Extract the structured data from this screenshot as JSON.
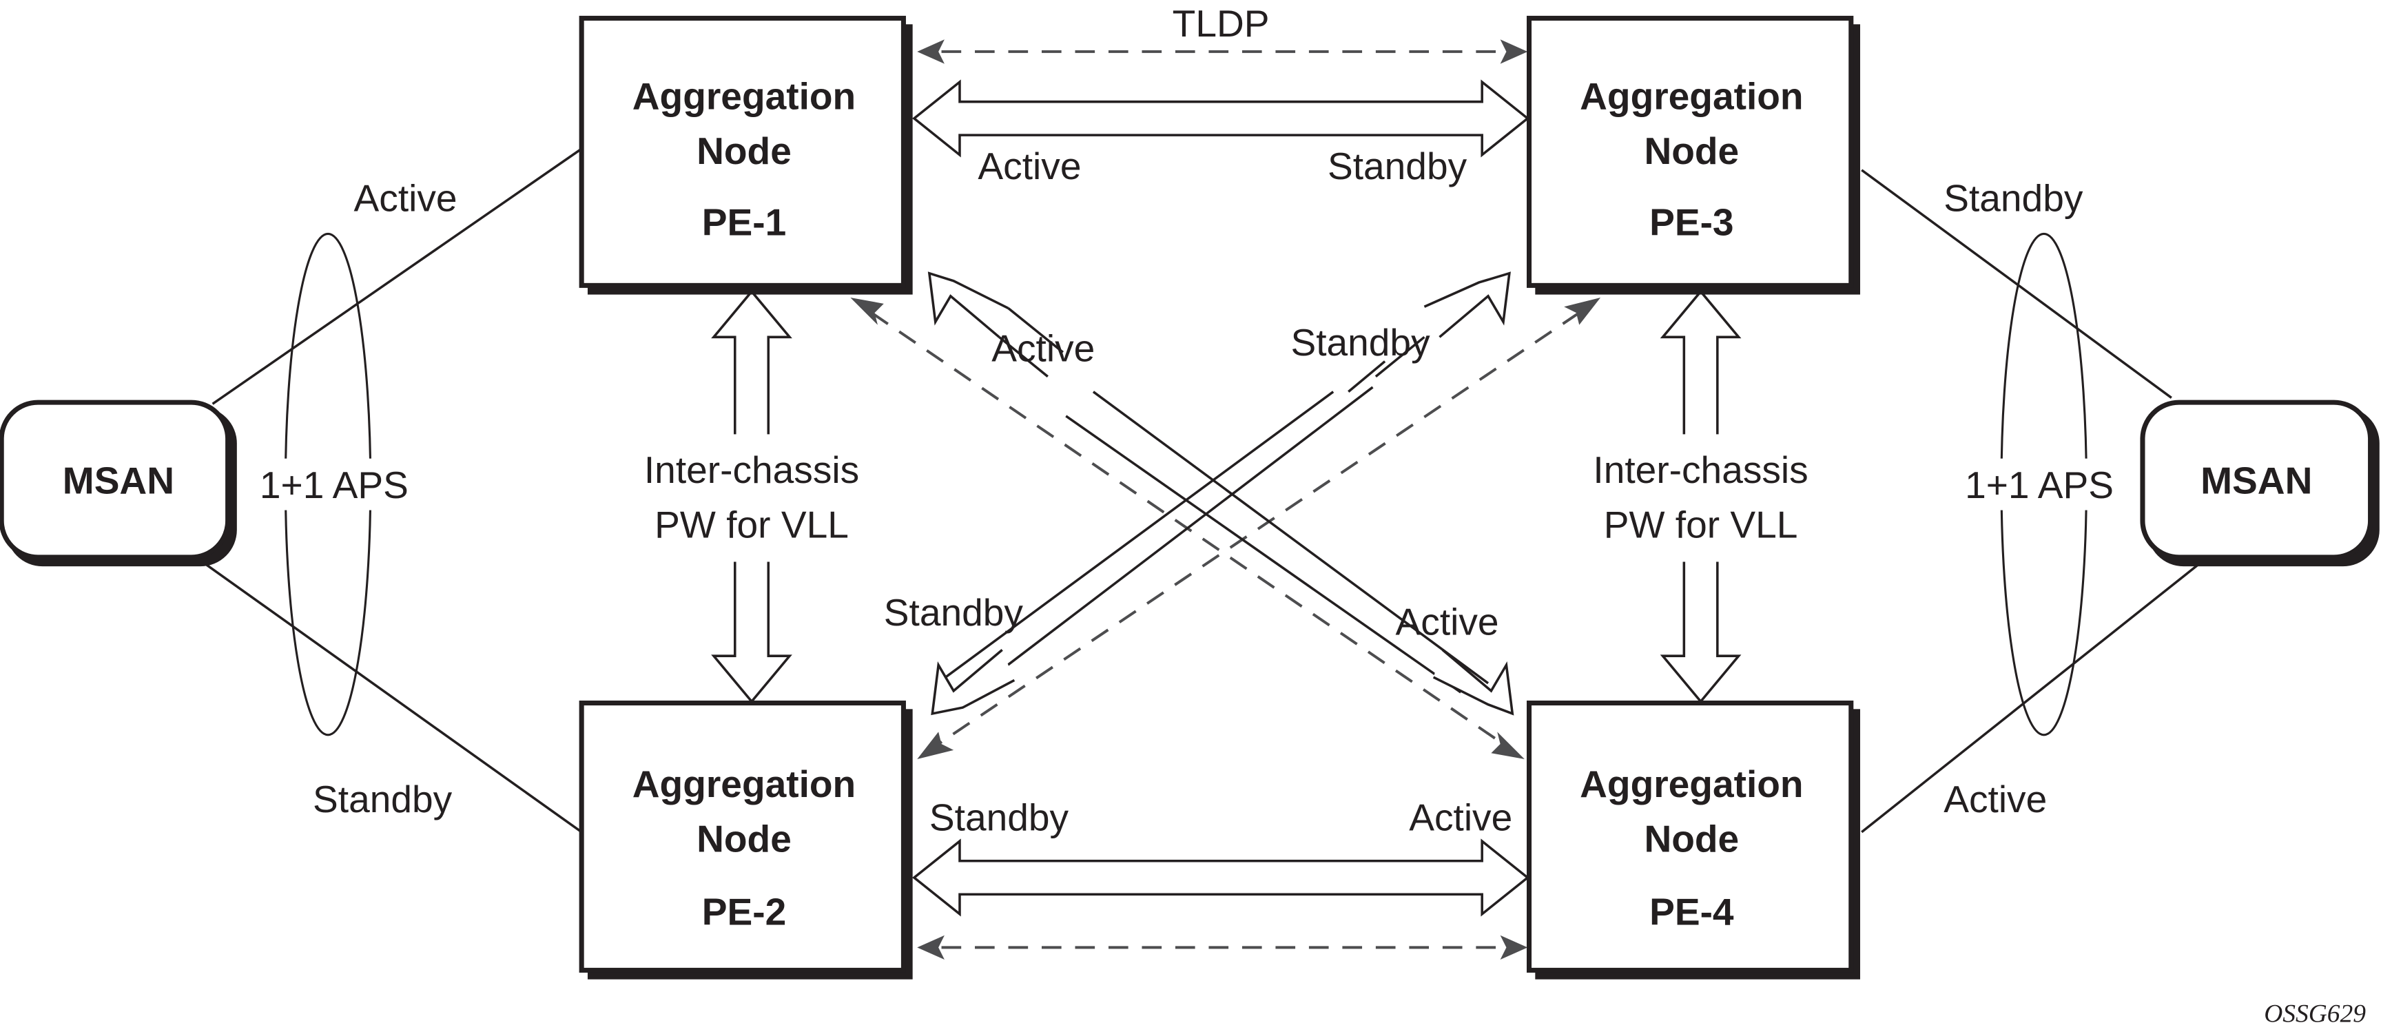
{
  "diagram": {
    "nodes": {
      "pe1": {
        "title_line1": "Aggregation",
        "title_line2": "Node",
        "id": "PE-1"
      },
      "pe2": {
        "title_line1": "Aggregation",
        "title_line2": "Node",
        "id": "PE-2"
      },
      "pe3": {
        "title_line1": "Aggregation",
        "title_line2": "Node",
        "id": "PE-3"
      },
      "pe4": {
        "title_line1": "Aggregation",
        "title_line2": "Node",
        "id": "PE-4"
      },
      "msan_left": {
        "label": "MSAN"
      },
      "msan_right": {
        "label": "MSAN"
      }
    },
    "links": {
      "tldp_label": "TLDP",
      "top_pw": {
        "left": "Active",
        "right": "Standby"
      },
      "bottom_pw": {
        "left": "Standby",
        "right": "Active"
      },
      "left_interchassis": {
        "line1": "Inter-chassis",
        "line2": "PW for VLL"
      },
      "right_interchassis": {
        "line1": "Inter-chassis",
        "line2": "PW for VLL"
      },
      "cross_pe1_pe4": {
        "near_pe1": "Active",
        "near_pe4": "Active"
      },
      "cross_pe3_pe2": {
        "near_pe3": "Standby",
        "near_pe2": "Standby"
      },
      "left_aps": {
        "label": "1+1 APS",
        "top": "Active",
        "bottom": "Standby"
      },
      "right_aps": {
        "label": "1+1 APS",
        "top": "Standby",
        "bottom": "Active"
      }
    },
    "figure_id": "OSSG629"
  }
}
